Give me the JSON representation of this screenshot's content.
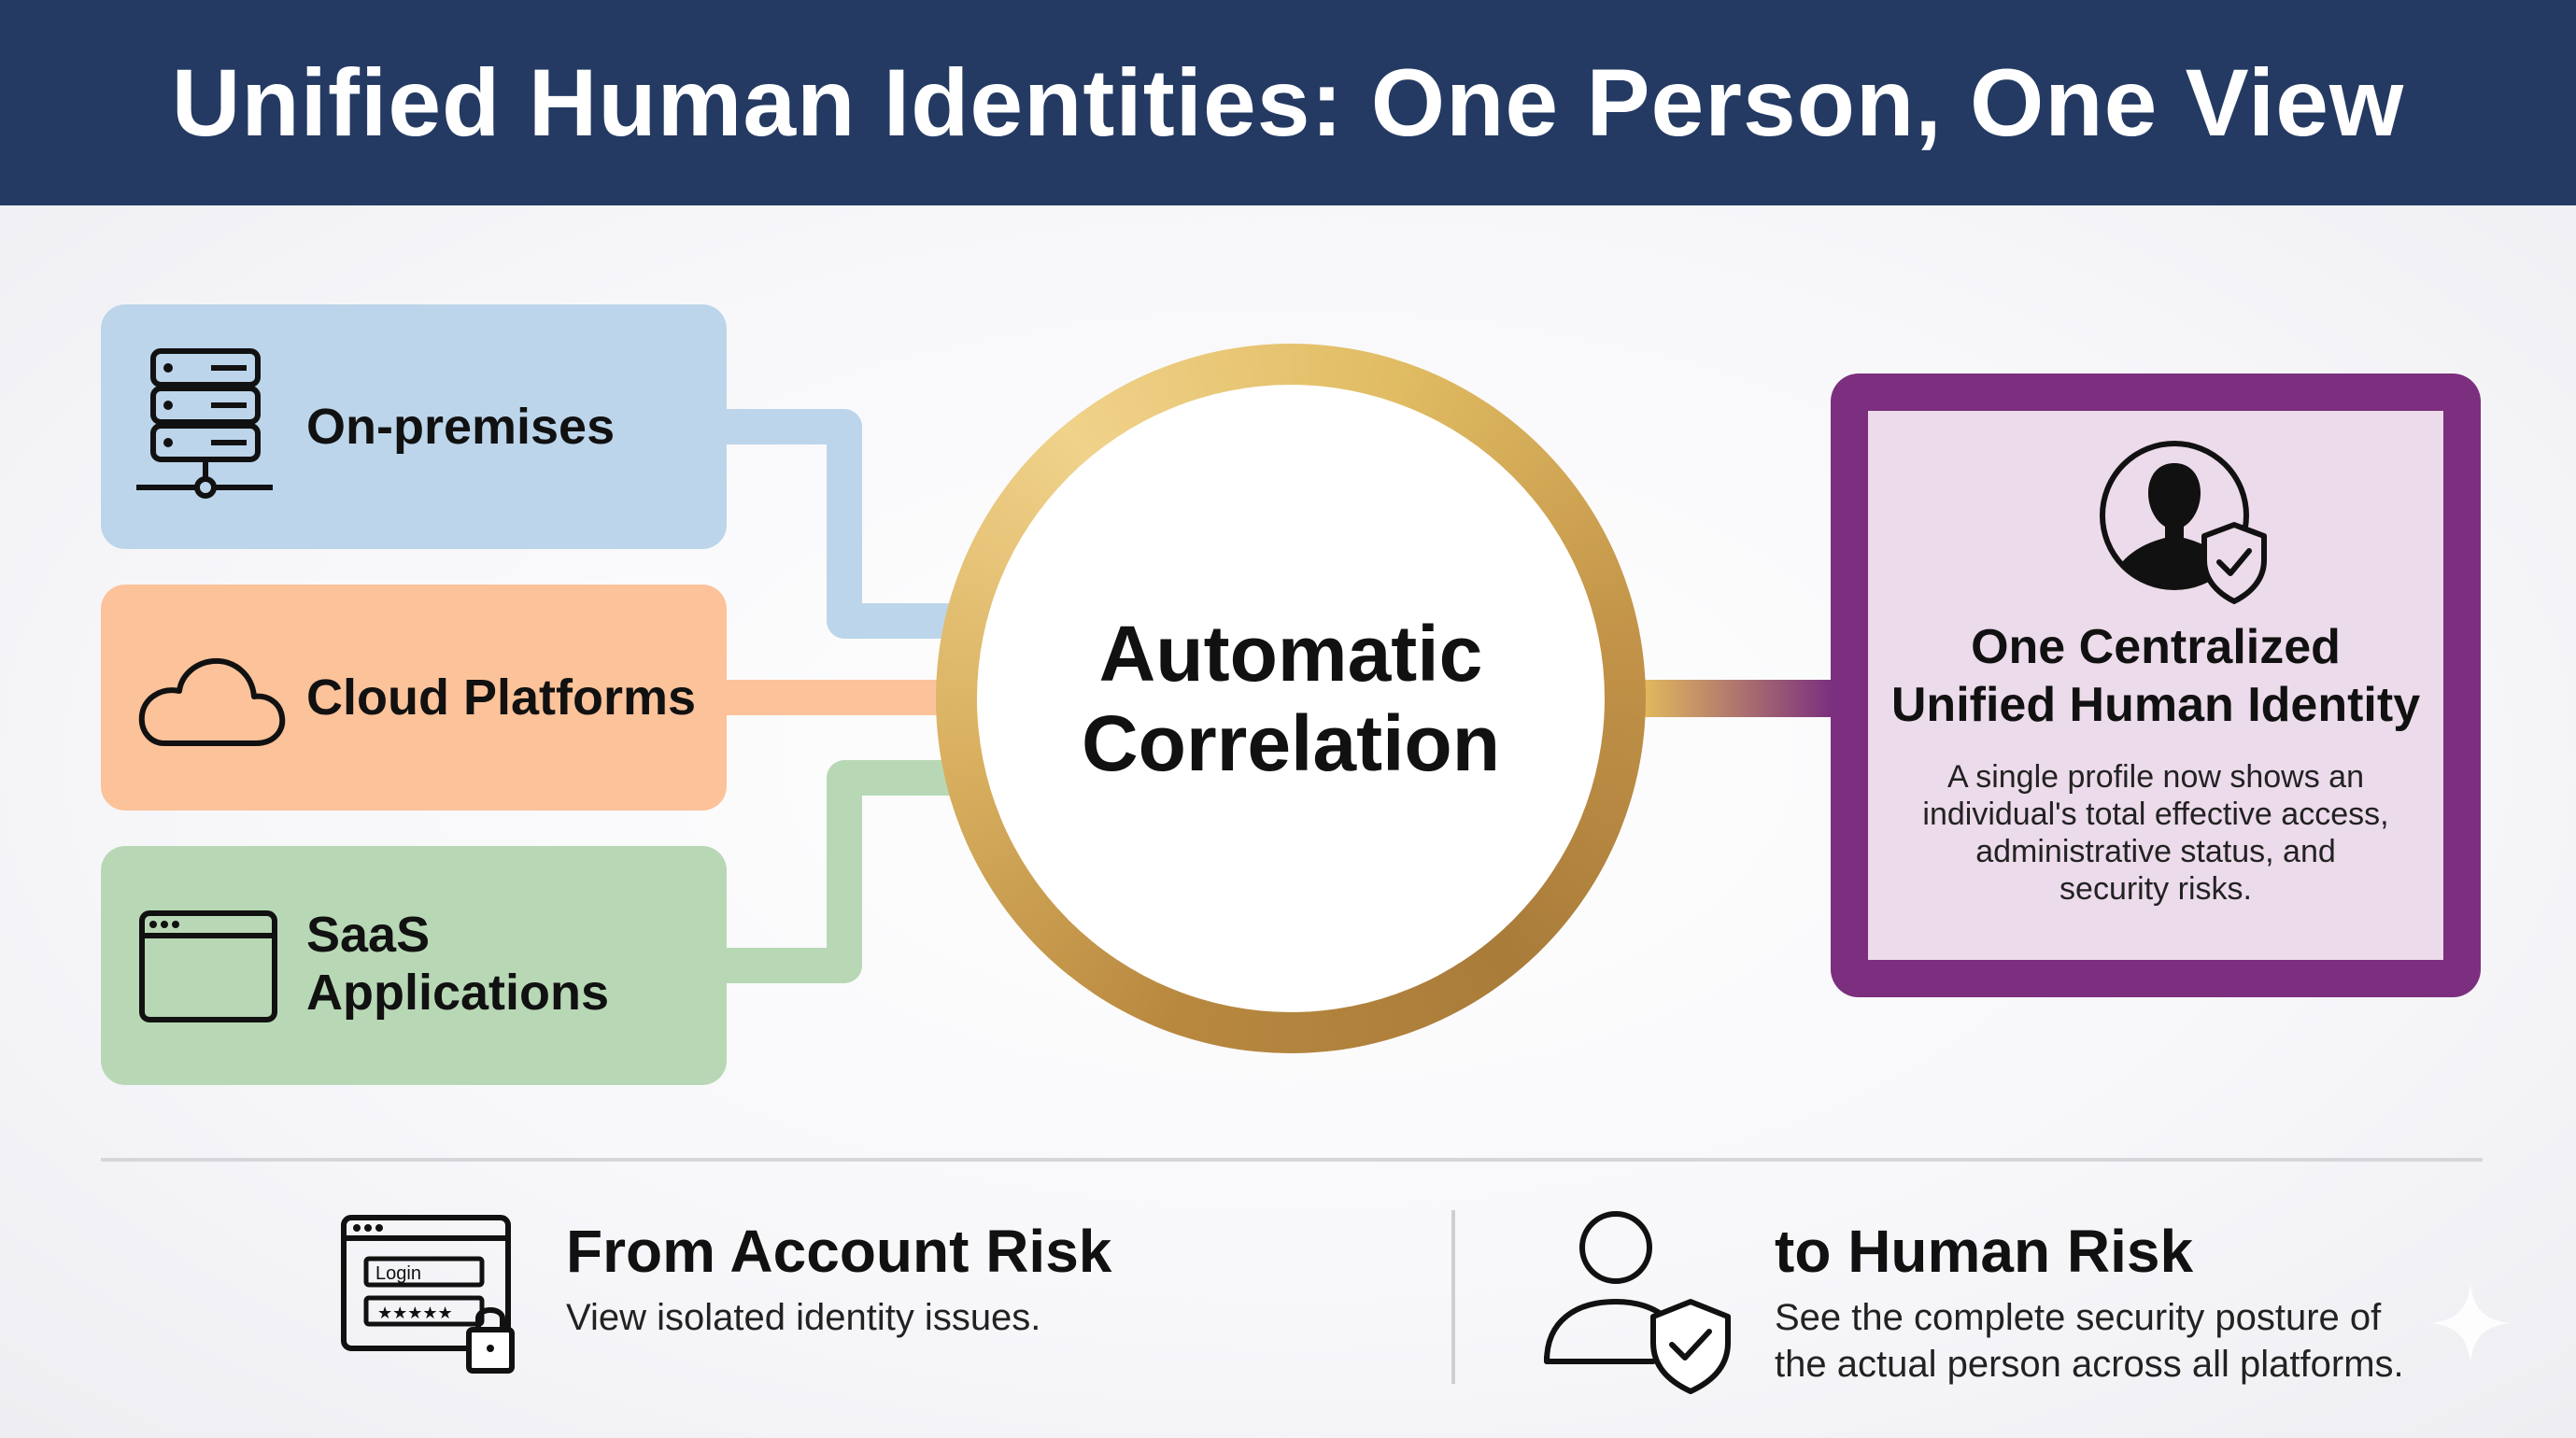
{
  "header": {
    "title": "Unified Human Identities: One Person, One View"
  },
  "sources": [
    {
      "label": "On-premises",
      "icon": "server-icon",
      "color": "#bcd5ea"
    },
    {
      "label": "Cloud Platforms",
      "icon": "cloud-icon",
      "color": "#fcc29a"
    },
    {
      "label_line1": "SaaS",
      "label_line2": "Applications",
      "icon": "browser-window-icon",
      "color": "#b8d8b5"
    }
  ],
  "center": {
    "line1": "Automatic",
    "line2": "Correlation"
  },
  "target": {
    "title_line1": "One Centralized",
    "title_line2": "Unified Human Identity",
    "desc_lines": [
      "A single profile now shows an",
      "individual's total effective access,",
      "administrative status, and",
      "security risks."
    ],
    "icon": "user-shield-icon",
    "color": "#7b2f7e"
  },
  "bottom": {
    "left": {
      "title": "From Account Risk",
      "desc": "View isolated identity issues.",
      "icon": "login-lock-icon",
      "login_text": "Login",
      "password_text": "★★★★★"
    },
    "right": {
      "title": "to Human Risk",
      "desc_line1": "See the complete security posture of",
      "desc_line2": "the actual person across all platforms.",
      "icon": "user-shield-outline-icon"
    }
  }
}
